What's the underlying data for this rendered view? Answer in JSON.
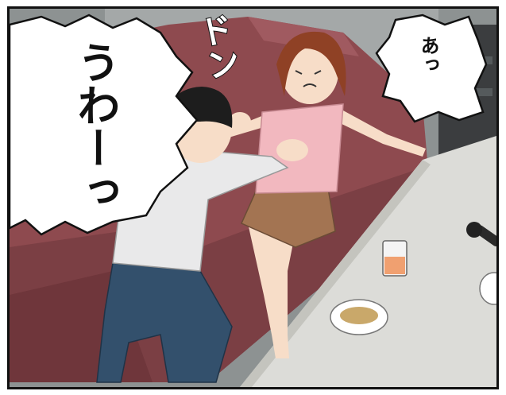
{
  "speech": {
    "man": "うわーっ",
    "woman": "あっ"
  },
  "sfx": {
    "impact": "ドン"
  },
  "colors": {
    "sofa": "#8e4a4f",
    "sofa_shadow": "#6f363b",
    "wall": "#8d9292",
    "table": "#dcdcd8",
    "woman_top": "#f2b8bf",
    "woman_skirt": "#a37452",
    "woman_hair": "#8f4125",
    "man_shirt": "#e9e9ea",
    "man_pants": "#33506c",
    "man_hair": "#1d1d1d",
    "skin": "#f7ddc8"
  },
  "icons": [
    "glass-icon",
    "snack-plate-icon",
    "microphone-icon"
  ]
}
